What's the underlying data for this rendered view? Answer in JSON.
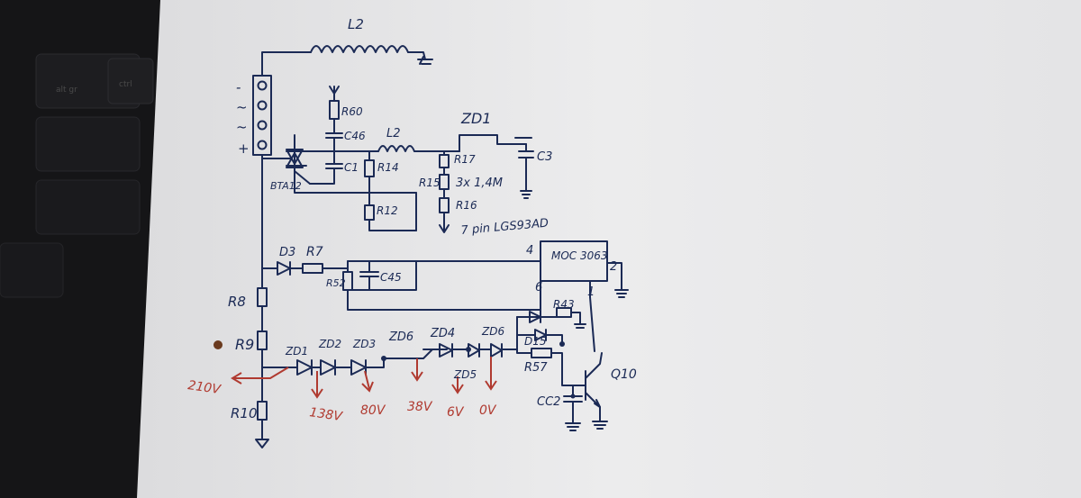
{
  "labels": {
    "l2_top": "L2",
    "r60": "R60",
    "c46": "C46",
    "l2_mid": "L2",
    "zd1": "ZD1",
    "c3": "C3",
    "r17": "R17",
    "c1": "C1",
    "r14": "R14",
    "r15": "R15",
    "r15_value": "3x 1,4M",
    "r16": "R16",
    "bta": "BTA12",
    "r12": "R12",
    "to_ic": "7 pin LGS93AD",
    "d3": "D3",
    "r7": "R7",
    "pin4": "4",
    "moc": "MOC 3063",
    "pin2": "2",
    "r52": "R52",
    "c45": "C45",
    "pin6": "6",
    "pin1": "1",
    "r43": "R43",
    "r8": "R8",
    "zd1b": "ZD1",
    "zd2": "ZD2",
    "zd3": "ZD3",
    "zd_36": "ZD6",
    "zd4": "ZD4",
    "zd6": "ZD6",
    "d15": "D15",
    "r9": "R9",
    "zd5": "ZD5",
    "r57": "R57",
    "q10": "Q10",
    "cc2": "CC2",
    "r10": "R10",
    "term_minus": "-",
    "term_ac1": "~",
    "term_ac2": "~",
    "term_plus": "+"
  },
  "voltages": {
    "v210": "210V",
    "v138": "138V",
    "v80": "80V",
    "v38": "38V",
    "v6": "6V",
    "v0": "0V"
  },
  "keys": {
    "alt_gr": "alt gr",
    "ctrl": "ctrl"
  },
  "colors": {
    "ink": "#1b2a55",
    "red_ink": "#b03a30",
    "paper": "#e9e9ea"
  }
}
